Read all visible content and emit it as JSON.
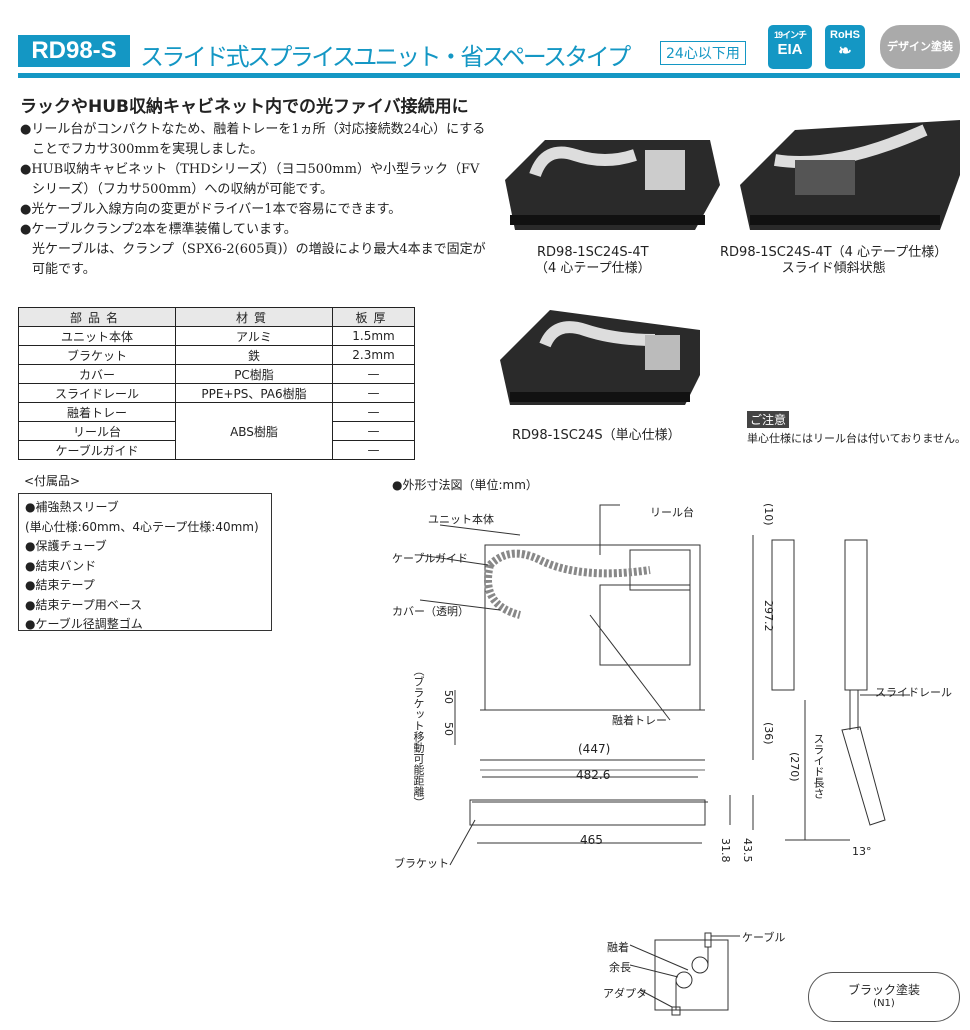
{
  "header": {
    "model": "RD98-S",
    "title": "スライド式スプライスユニット・省スペースタイプ",
    "tag": "24心以下用",
    "badges": [
      "19インチ",
      "EIA",
      "RoHS",
      "デザイン塗装"
    ],
    "accent": "#1497c4"
  },
  "subheading": "ラックやHUB収納キャビネット内での光ファイバ接続用に",
  "features": [
    "●リール台がコンパクトなため、融着トレーを1ヵ所（対応接続数24心）にすることでフカサ300mmを実現しました。",
    "●HUB収納キャビネット（THDシリーズ）（ヨコ500mm）や小型ラック（FVシリーズ）（フカサ500mm）への収納が可能です。",
    "●光ケーブル入線方向の変更がドライバー1本で容易にできます。",
    "●ケーブルクランプ2本を標準装備しています。",
    "光ケーブルは、クランプ（SPX6-2(605頁)）の増設により最大4本まで固定が可能です。"
  ],
  "materials": {
    "headers": [
      "部品名",
      "材質",
      "板厚"
    ],
    "rows": [
      [
        "ユニット本体",
        "アルミ",
        "1.5mm"
      ],
      [
        "ブラケット",
        "鉄",
        "2.3mm"
      ],
      [
        "カバー",
        "PC樹脂",
        "—"
      ],
      [
        "スライドレール",
        "PPE+PS、PA6樹脂",
        "—"
      ],
      [
        "融着トレー",
        "ABS樹脂",
        "—"
      ],
      [
        "リール台",
        "",
        "—"
      ],
      [
        "ケーブルガイド",
        "",
        "—"
      ]
    ]
  },
  "accessories": {
    "title": "<付属品>",
    "items": [
      "●補強熱スリーブ",
      "(単心仕様:60mm、4心テープ仕様:40mm)",
      "●保護チューブ",
      "●結束バンド",
      "●結束テープ",
      "●結束テープ用ベース",
      "●ケーブル径調整ゴム"
    ]
  },
  "photos": [
    {
      "caption1": "RD98-1SC24S-4T",
      "caption2": "（4 心テープ仕様）"
    },
    {
      "caption1": "RD98-1SC24S-4T（4 心テープ仕様）",
      "caption2": "スライド傾斜状態"
    },
    {
      "caption1": "RD98-1SC24S（単心仕様）"
    }
  ],
  "notice": {
    "title": "ご注意",
    "text": "単心仕様にはリール台は付いておりません。"
  },
  "drawing": {
    "title": "●外形寸法図（単位:mm）",
    "labels": {
      "unit_body": "ユニット本体",
      "reel": "リール台",
      "cable_guide": "ケーブルガイド",
      "cover": "カバー（透明）",
      "tray": "融着トレー",
      "bracket": "ブラケット",
      "slide_rail": "スライドレール",
      "bracket_travel": "（ブラケット移動可能距離）",
      "slide_length": "スライド長さ"
    },
    "dims": {
      "d10": "(10)",
      "d297": "297.2",
      "d36": "(36)",
      "d50a": "50",
      "d50b": "50",
      "d447": "(447)",
      "d4826": "482.6",
      "d465": "465",
      "d318": "31.8",
      "d435": "43.5",
      "d270": "(270)",
      "angle": "13°"
    }
  },
  "schematic": {
    "cable": "ケーブル",
    "fusion": "融着",
    "slack": "余長",
    "adapter": "アダプタ"
  },
  "finish": {
    "name": "ブラック塗装",
    "code": "(N1)"
  }
}
